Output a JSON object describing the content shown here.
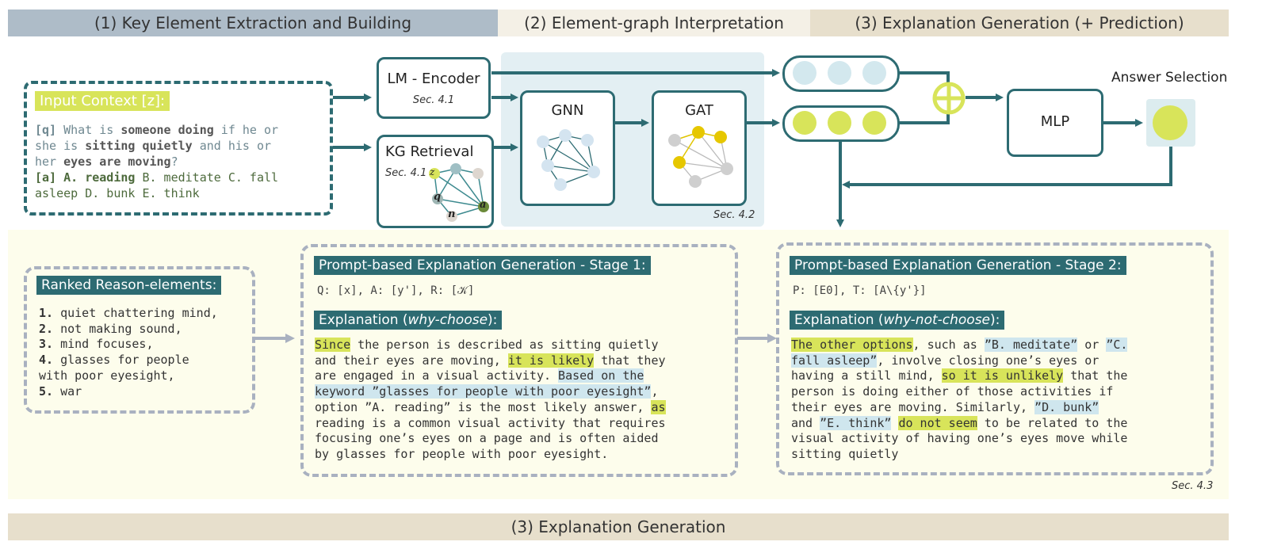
{
  "headers": {
    "stage1": "(1) Key Element Extraction and Building",
    "stage2": "(2) Element-graph Interpretation",
    "stage3": "(3) Explanation Generation (+ Prediction)",
    "bottom": "(3) Explanation Generation"
  },
  "colors": {
    "band1": "#aebcc8",
    "band2": "#f4f0e6",
    "band3": "#e7dfcc",
    "band_bottom": "#e7dfcc",
    "teal": "#2d6b72",
    "lime": "#d8e45a",
    "lightblue": "#cfe6ee",
    "panel": "#fdfdec",
    "interp_bg": "#e3eff3"
  },
  "input_context": {
    "title": "Input Context [z]:",
    "q_tag": "[q]",
    "line1_a": "What is ",
    "line1_b": "someone doing",
    "line1_c": " if he or",
    "line2_a": "she is ",
    "line2_b": "sitting quietly",
    "line2_c": " and his or",
    "line3_a": "her ",
    "line3_b": "eyes are moving",
    "line3_c": "?",
    "a_tag": "[a]",
    "answer_bold": "A. reading",
    "line4_c": " B. meditate C. fall",
    "line5": "asleep D. bunk E. think"
  },
  "modules": {
    "lm_encoder": "LM - Encoder",
    "lm_sec": "Sec. 4.1",
    "kg_retrieval": "KG Retrieval",
    "kg_sec": "Sec. 4.1",
    "kg_nodes": {
      "z": "z",
      "q": "q",
      "a": "a",
      "n": "n"
    },
    "gnn": "GNN",
    "gat": "GAT",
    "interp_sec": "Sec. 4.2",
    "mlp": "MLP",
    "answer_selection": "Answer Selection",
    "icons": [
      "plus-circle-icon",
      "arrow-icon"
    ]
  },
  "ranked": {
    "title": "Ranked Reason-elements:",
    "items": [
      {
        "n": "1.",
        "text": " quiet chattering mind,"
      },
      {
        "n": "2.",
        "text": " not making sound,"
      },
      {
        "n": "3.",
        "text": " mind focuses,"
      },
      {
        "n": "4.",
        "text": " glasses for people"
      },
      {
        "n": "",
        "text": "with poor eyesight,"
      },
      {
        "n": "5.",
        "text": " war"
      }
    ]
  },
  "stage1": {
    "title": "Prompt-based Explanation Generation - Stage 1:",
    "prompt": "Q: [x], A: [y'], R: [𝒦]",
    "exp_title_a": "Explanation (",
    "exp_title_em": "why-choose",
    "exp_title_b": "):",
    "l1_hl": "Since",
    "l1": " the person is described as sitting quietly",
    "l2": "and their eyes are moving, ",
    "l2_hl": "it is likely",
    "l2b": " that they",
    "l3": "are engaged in a visual activity. ",
    "l3_hl": "Based on the",
    "l4_hl": "keyword ”glasses for people with poor eyesight”",
    "l4": ",",
    "l5": "option ”A. reading” is the most likely answer, ",
    "l5_hl": "as",
    "l6": "reading is a common visual activity that requires",
    "l7": "focusing one’s eyes on a page and is often aided",
    "l8": "by glasses for people with poor eyesight."
  },
  "stage2": {
    "title": "Prompt-based Explanation Generation - Stage 2:",
    "prompt": "P: [E0], T: [A\\{y'}]",
    "exp_title_a": "Explanation (",
    "exp_title_em": "why-not-choose",
    "exp_title_b": "):",
    "l1_hl": "The other options",
    "l1": ", such as ",
    "l1_hl2": "”B. meditate”",
    "l1b": " or ",
    "l1_hl3": "”C.",
    "l2_hl": "fall asleep”",
    "l2": ", involve closing one’s eyes or",
    "l3": "having a still mind, ",
    "l3_hl": "so it is unlikely",
    "l3b": " that the",
    "l4": "person is doing either of those activities if",
    "l5": "their eyes are moving. Similarly, ",
    "l5_hl": "”D. bunk”",
    "l6": "and ",
    "l6_hl": "”E. think”",
    "l6b": " ",
    "l6_hl2": "do not seem",
    "l6c": " to be related to the",
    "l7": "visual activity of having one’s eyes move while",
    "l8": "sitting quietly",
    "sec": "Sec. 4.3"
  }
}
